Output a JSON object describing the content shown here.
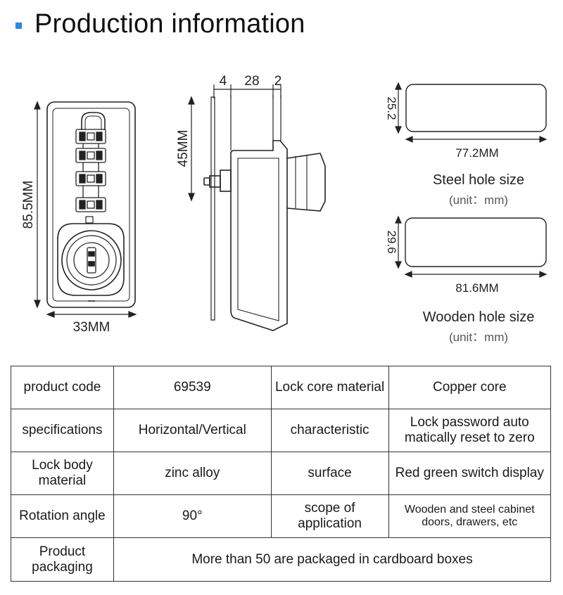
{
  "title": "Production information",
  "dimensions": {
    "front_height": "85.5MM",
    "front_width": "33MM",
    "side_height": "45MM",
    "side_top_a": "4",
    "side_top_b": "28",
    "side_top_c": "2",
    "steel_hole_h": "25.2",
    "steel_hole_w": "77.2MM",
    "wood_hole_h": "29.6",
    "wood_hole_w": "81.6MM"
  },
  "captions": {
    "steel": "Steel hole size",
    "steel_unit": "(unit：mm)",
    "wood": "Wooden hole size",
    "wood_unit": "(unit：mm)"
  },
  "table": {
    "r1": {
      "l1": "product code",
      "v1": "69539",
      "l2": "Lock core material",
      "v2": "Copper core"
    },
    "r2": {
      "l1": "specifications",
      "v1": "Horizontal/Vertical",
      "l2": "characteristic",
      "v2": "Lock password auto matically reset to zero"
    },
    "r3": {
      "l1": "Lock body material",
      "v1": "zinc alloy",
      "l2": "surface",
      "v2": "Red green switch display"
    },
    "r4": {
      "l1": "Rotation angle",
      "v1": "90°",
      "l2": "scope of application",
      "v2": "Wooden and steel cabinet doors, drawers, etc"
    },
    "r5": {
      "l1": "Product packaging",
      "v1": "More than 50 are packaged in cardboard boxes"
    }
  },
  "colors": {
    "accent": "#2e86de",
    "line": "#222222"
  }
}
